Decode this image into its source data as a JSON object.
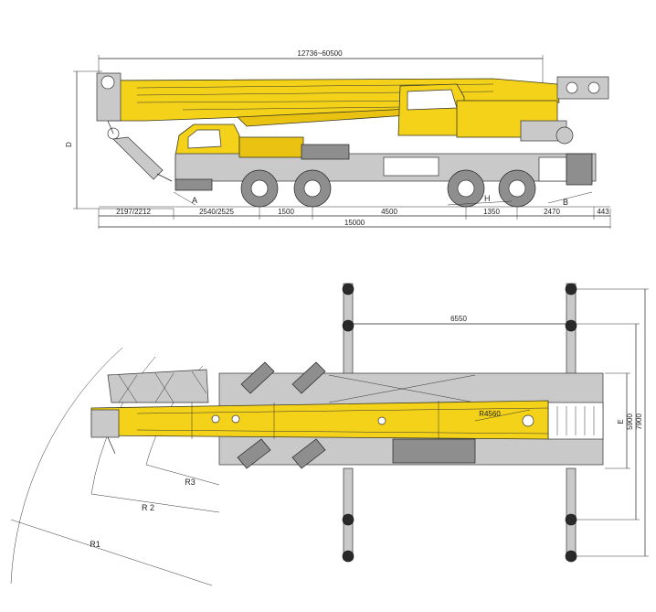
{
  "side_view": {
    "dims_top": {
      "boom_length": "12736~60500"
    },
    "dims_bottom": {
      "front_overhang": "2197/2212",
      "axle_1": "2540/2525",
      "axle_2": "1500",
      "axle_3": "4500",
      "axle_4": "1350",
      "axle_5": "2470",
      "rear": "443",
      "total_length": "15000"
    },
    "labels": {
      "height": "D",
      "angle_a": "A",
      "angle_h": "H",
      "angle_b": "B"
    }
  },
  "top_view": {
    "dims": {
      "outrigger_span": "6550",
      "tail_radius": "R4560",
      "width_e": "E",
      "span_5900": "5900",
      "span_7900": "7900"
    },
    "radii": {
      "r1": "R1",
      "r2": "R 2",
      "r3": "R3"
    }
  },
  "colors": {
    "crane_yellow": "#f4d21a",
    "steel_grey": "#c9c9c9",
    "line": "#222222"
  }
}
